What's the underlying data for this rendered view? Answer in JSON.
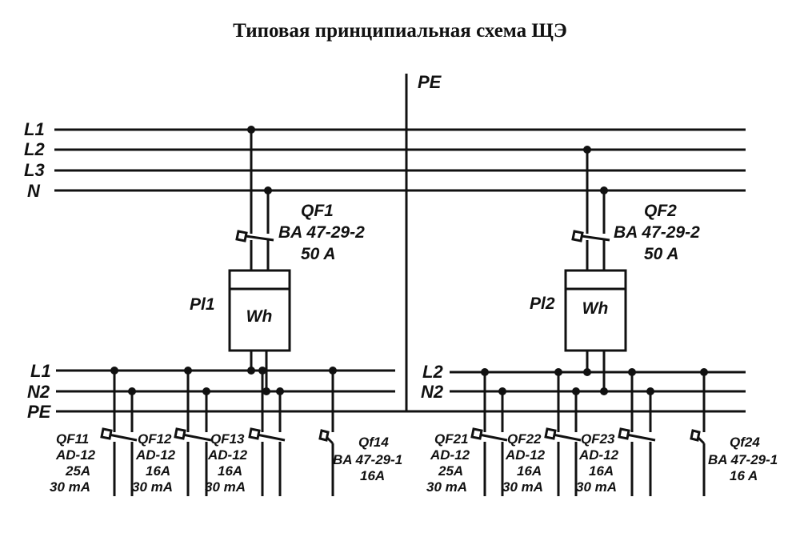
{
  "title": "Типовая принципиальная схема ЩЭ",
  "pe_main_label": "PE",
  "top_bus_labels": [
    "L1",
    "L2",
    "L3",
    "N"
  ],
  "meters": [
    {
      "meter_label": "Pl1",
      "meter_text": "Wh",
      "breaker_label": "QF1",
      "breaker_type": "BA 47-29-2",
      "breaker_rating": "50 A"
    },
    {
      "meter_label": "Pl2",
      "meter_text": "Wh",
      "breaker_label": "QF2",
      "breaker_type": "BA 47-29-2",
      "breaker_rating": "50 A"
    }
  ],
  "left_bus_labels": [
    "L1",
    "N2",
    "PE"
  ],
  "right_bus_labels": [
    "L2",
    "N2"
  ],
  "branches": [
    {
      "id": "QF11",
      "type": "AD-12",
      "rating": "25A",
      "leak": "30 mA"
    },
    {
      "id": "QF12",
      "type": "AD-12",
      "rating": "16A",
      "leak": "30 mA"
    },
    {
      "id": "QF13",
      "type": "AD-12",
      "rating": "16A",
      "leak": "30 mA"
    },
    {
      "id": "Qf14",
      "type": "BA 47-29-1",
      "rating": "16A"
    },
    {
      "id": "QF21",
      "type": "AD-12",
      "rating": "25A",
      "leak": "30 mA"
    },
    {
      "id": "QF22",
      "type": "AD-12",
      "rating": "16A",
      "leak": "30 mA"
    },
    {
      "id": "QF23",
      "type": "AD-12",
      "rating": "16A",
      "leak": "30 mA"
    },
    {
      "id": "Qf24",
      "type": "BA 47-29-1",
      "rating": "16 A"
    }
  ]
}
